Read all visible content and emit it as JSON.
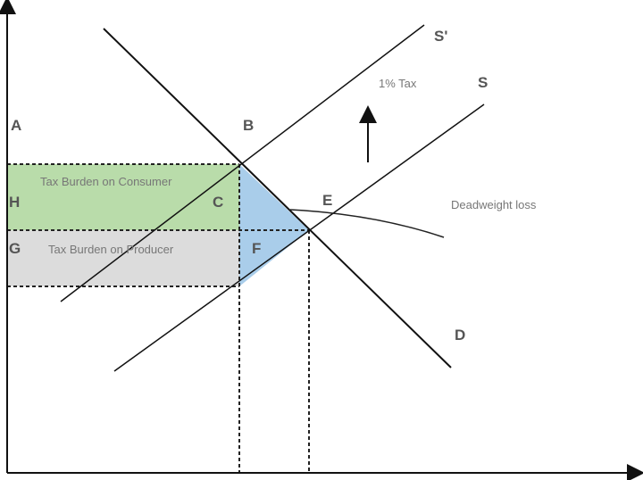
{
  "title": "Tax incidence and deadweight loss",
  "points": {
    "A": "A",
    "B": "B",
    "C": "C",
    "D": "D",
    "E": "E",
    "F": "F",
    "G": "G",
    "H": "H"
  },
  "curves": {
    "supply": "S",
    "supply_taxed": "S'",
    "demand": "D"
  },
  "annotations": {
    "tax": "1% Tax",
    "consumer_burden": "Tax Burden on Consumer",
    "producer_burden": "Tax Burden on Producer",
    "deadweight": "Deadweight loss"
  },
  "colors": {
    "consumer": "#b9dcaa",
    "producer": "#dcdcdc",
    "deadweight": "#a9cdea",
    "line": "#111111"
  }
}
